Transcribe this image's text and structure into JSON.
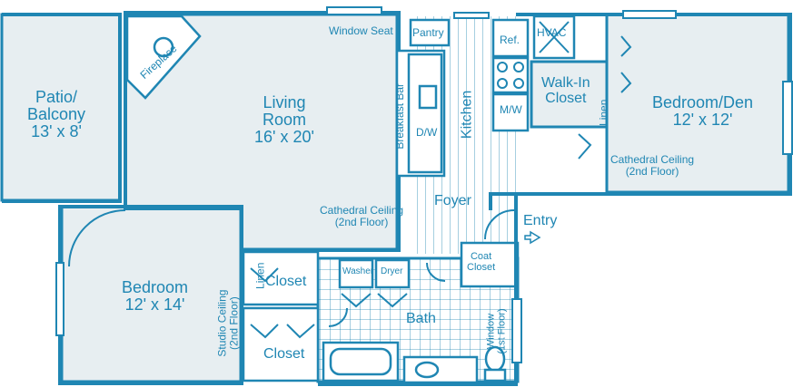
{
  "colors": {
    "line": "#1f86b3",
    "fill": "#e7eef1",
    "kitchen_floor": "#ffffff"
  },
  "rooms": {
    "patio": {
      "name": "Patio/ Balcony",
      "line1": "Patio/",
      "line2": "Balcony",
      "size": "13' x 8'"
    },
    "living": {
      "line1": "Living",
      "line2": "Room",
      "size": "16' x 20'"
    },
    "bedroom": {
      "name": "Bedroom",
      "size": "12' x 14'"
    },
    "bedroom_den": {
      "name": "Bedroom/Den",
      "size": "12' x 12'"
    },
    "kitchen": {
      "name": "Kitchen"
    },
    "foyer": {
      "name": "Foyer"
    },
    "bath": {
      "name": "Bath"
    },
    "walk_in_closet": {
      "line1": "Walk-In",
      "line2": "Closet"
    },
    "closet_upper": {
      "name": "Closet"
    },
    "closet_lower": {
      "name": "Closet"
    },
    "coat_closet": {
      "line1": "Coat",
      "line2": "Closet"
    },
    "pantry": {
      "name": "Pantry"
    }
  },
  "fixtures": {
    "fireplace": "Fireplace",
    "window_seat": "Window Seat",
    "breakfast_bar": "Breakfast Bar",
    "dw": "D/W",
    "ref": "Ref.",
    "mw": "M/W",
    "hvac": "HVAC",
    "linen_upper": "Linen",
    "linen_den": "Linen",
    "washer": "Washer",
    "dryer": "Dryer"
  },
  "notes": {
    "cathedral_living": {
      "line1": "Cathedral Ceiling",
      "line2": "(2nd Floor)"
    },
    "cathedral_den": {
      "line1": "Cathedral Ceiling",
      "line2": "(2nd Floor)"
    },
    "studio_ceiling": {
      "line1": "Studio Ceiling",
      "line2": "(2nd Floor)"
    },
    "window_first": {
      "line1": "Window",
      "line2": "(1st Floor)"
    },
    "entry": "Entry"
  }
}
